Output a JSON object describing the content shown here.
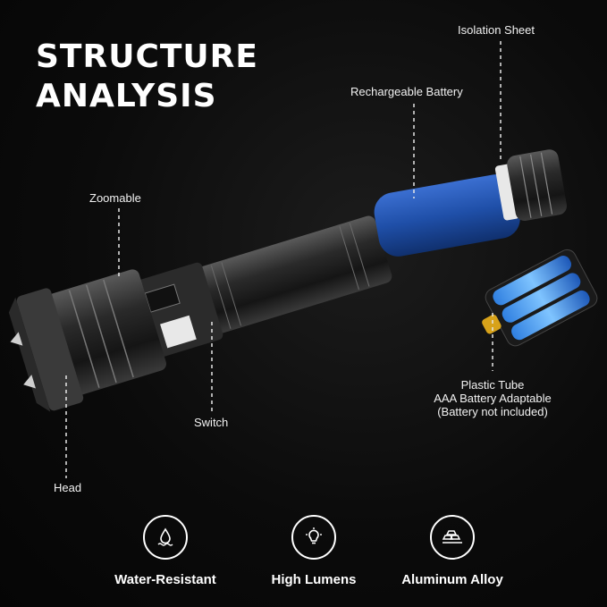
{
  "title": {
    "line1": "STRUCTURE",
    "line2": "ANALYSIS"
  },
  "labels": {
    "isolation_sheet": "Isolation Sheet",
    "rechargeable_battery": "Rechargeable Battery",
    "zoomable": "Zoomable",
    "plastic_tube": "Plastic Tube",
    "aaa_adaptable": "AAA Battery Adaptable",
    "battery_not_included": "(Battery not included)",
    "switch": "Switch",
    "head": "Head"
  },
  "features": [
    {
      "icon": "water-drop-icon",
      "label": "Water-Resistant"
    },
    {
      "icon": "light-bulb-icon",
      "label": "High Lumens"
    },
    {
      "icon": "metal-bars-icon",
      "label": "Aluminum Alloy"
    }
  ],
  "colors": {
    "battery_blue": "#1f4fa8",
    "background": "#0b0b0b",
    "text": "#ffffff"
  }
}
